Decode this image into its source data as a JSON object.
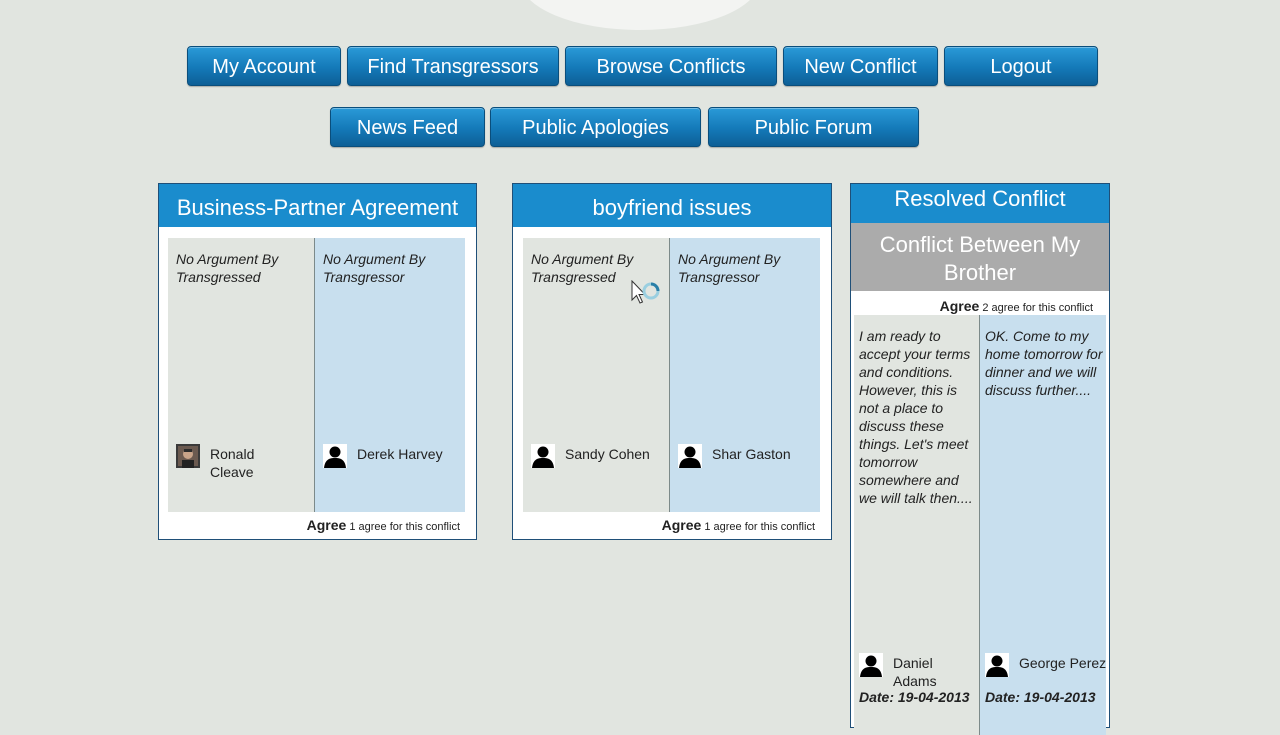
{
  "nav": {
    "row1": [
      "My Account",
      "Find Transgressors",
      "Browse Conflicts",
      "New Conflict",
      "Logout"
    ],
    "row2": [
      "News Feed",
      "Public Apologies",
      "Public Forum"
    ]
  },
  "cards": [
    {
      "title": "Business-Partner Agreement",
      "left_text": "No Argument By Transgressed",
      "right_text": "No Argument By Transgressor",
      "left_person": "Ronald Cleave",
      "right_person": "Derek Harvey",
      "agree_label": "Agree",
      "agree_text": "1 agree for this conflict"
    },
    {
      "title": "boyfriend issues",
      "left_text": "No Argument By Transgressed",
      "right_text": "No Argument By Transgressor",
      "left_person": "Sandy Cohen",
      "right_person": "Shar Gaston",
      "agree_label": "Agree",
      "agree_text": "1 agree for this conflict"
    }
  ],
  "resolved": {
    "header": "Resolved Conflict",
    "title": "Conflict Between My Brother",
    "agree_label": "Agree",
    "agree_text": "2 agree for this conflict",
    "left_text": "I am ready to accept your terms and conditions. However, this is not a place to discuss these things. Let's meet tomorrow somewhere and we will talk then....",
    "right_text": "OK. Come to my home tomorrow for dinner and we will discuss further....",
    "left_person": "Daniel Adams",
    "right_person": "George Perez",
    "left_date": "Date: 19-04-2013",
    "right_date": "Date: 19-04-2013"
  },
  "colors": {
    "accent": "#1a8ccd",
    "background": "#e1e5e0",
    "right_column": "#c8dfee",
    "resolved_subheader": "#ababab"
  }
}
